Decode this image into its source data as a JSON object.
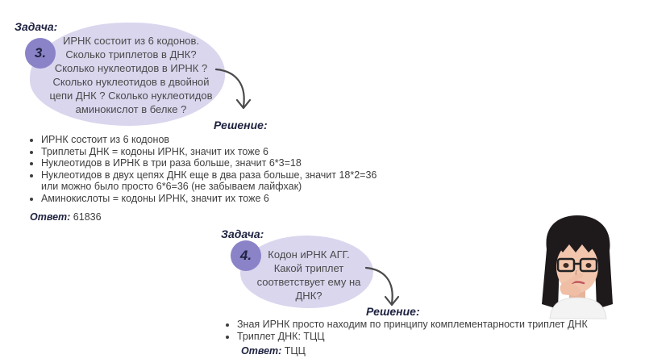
{
  "task1": {
    "header": "Задача:",
    "number": "3.",
    "question_lines": [
      "ИРНК состоит из 6 кодонов.",
      "Сколько триплетов в ДНК?",
      "Сколько нуклеотидов в ИРНК ?",
      "Сколько нуклеотидов в двойной",
      "цепи ДНК ? Сколько нуклеотидов",
      "аминокислот в белке ?"
    ],
    "solution_header": "Решение:",
    "solution_items": [
      "ИРНК состоит из 6 кодонов",
      "Триплеты ДНК = кодоны ИРНК, значит их тоже 6",
      "Нуклеотидов в ИРНК в три раза больше, значит 6*3=18",
      "Нуклеотидов в двух цепях ДНК еще в два раза больше, значит 18*2=36",
      "или можно было просто 6*6=36 (не забываем лайфхак)",
      "Аминокислоты = кодоны ИРНК, значит их тоже 6"
    ],
    "answer_label": "Ответ:",
    "answer_value": "61836"
  },
  "task2": {
    "header": "Задача:",
    "number": "4.",
    "question_lines": [
      "Кодон иРНК АГГ.",
      "Какой триплет",
      "соответствует ему на",
      "ДНК?"
    ],
    "solution_header": "Решение:",
    "solution_items": [
      "Зная ИРНК просто находим по принципу комплементарности триплет ДНК",
      "Триплет ДНК: ТЦЦ"
    ],
    "answer_label": "Ответ:",
    "answer_value": "ТЦЦ"
  },
  "colors": {
    "blob": "#d9d6ee",
    "circle": "#8a83c7",
    "heading": "#1f2340",
    "arrow": "#4a4a4a"
  },
  "icons": [
    "curved-arrow-icon",
    "thinking-girl-avatar"
  ]
}
